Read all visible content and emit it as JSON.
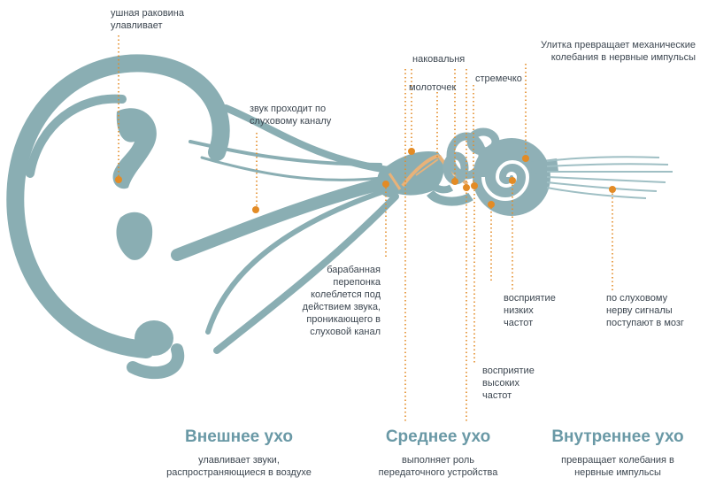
{
  "colors": {
    "ear": "#8aaeb3",
    "cochlea": "#8fb0b6",
    "ossicle": "#e8b279",
    "marker": "#e38b25",
    "title": "#6a99a6",
    "text": "#3c4650"
  },
  "labels": {
    "auricle": "ушная раковина\nулавливает",
    "canal": "звук проходит  по\nслуховому каналу",
    "anvil": "наковальня",
    "hammer": "молоточек",
    "stirrup": "стремечко",
    "cochlea": "Улитка превращает механические\nколебания в нервные импульсы",
    "eardrum": "барабанная\nперепонка\nколеблется под\nдействием звука,\nпроникающего в\nслуховой канал",
    "low_freq": "восприятие\nнизких\nчастот",
    "high_freq": "восприятие\nвысоких\nчастот",
    "nerve": "по слуховому\nнерву сигналы\nпоступают в мозг"
  },
  "sections": [
    {
      "title": "Внешнее ухо",
      "subtitle": "улавливает звуки,\nраспространяющиеся в воздухе"
    },
    {
      "title": "Среднее ухо",
      "subtitle": "выполняет роль\nпередаточного устройства"
    },
    {
      "title": "Внутреннее ухо",
      "subtitle": "превращает колебания в\nнервные импульсы"
    }
  ]
}
